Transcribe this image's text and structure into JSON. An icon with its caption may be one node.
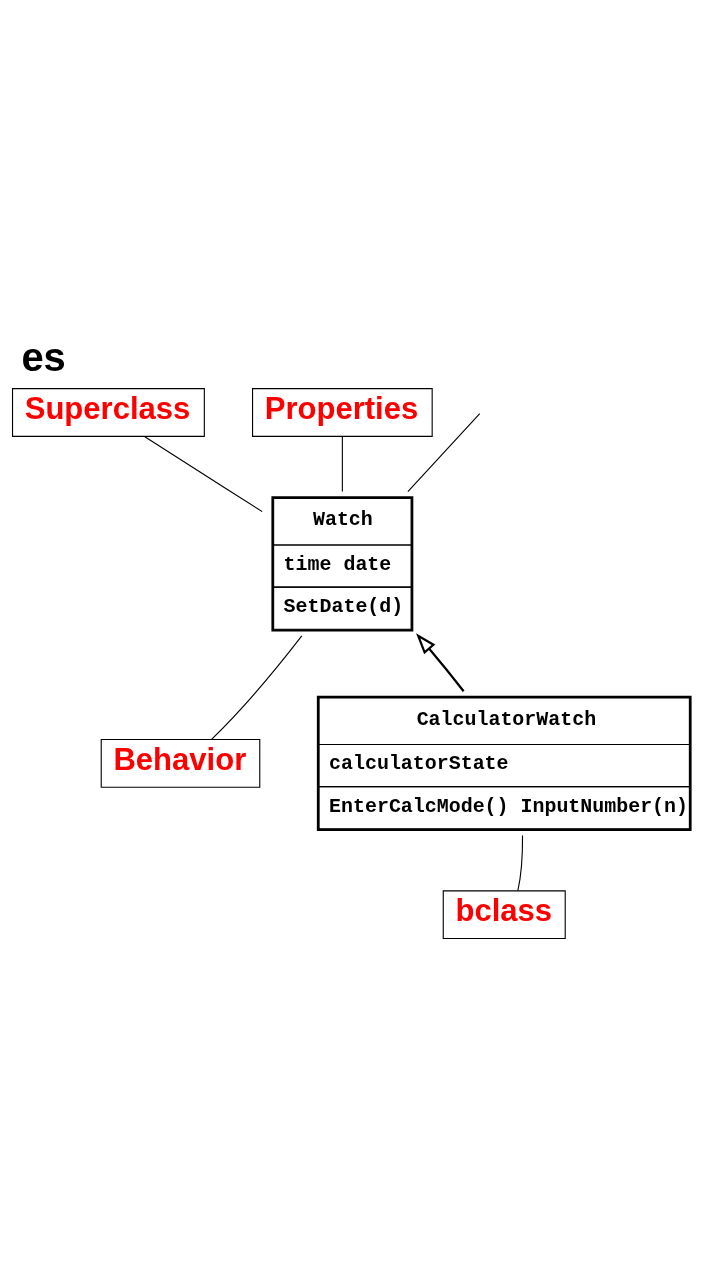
{
  "diagram": {
    "title": "es",
    "nodes": [
      {
        "text": [
          "Superclass"
        ]
      },
      {
        "text": [
          "Properties"
        ]
      },
      {
        "text": [
          "Watch",
          "time date",
          "SetDate(d)"
        ]
      },
      {
        "text": [
          "Behavior"
        ]
      },
      {
        "text": [
          "CalculatorWatch",
          "calculatorState",
          "EnterCalcMode() InputNumber(n)"
        ]
      },
      {
        "text": [
          "bclass"
        ]
      }
    ],
    "edges": [
      {
        "from": 0,
        "to": 2,
        "arrow": "none"
      },
      {
        "from": 1,
        "to": 2,
        "arrow": "none"
      },
      {
        "from": 3,
        "to": 2,
        "arrow": "none"
      },
      {
        "from": 4,
        "to": 2,
        "arrow": "to"
      },
      {
        "from": null,
        "to": 2,
        "arrow": "none"
      },
      {
        "from": 5,
        "to": 4,
        "arrow": "none"
      }
    ]
  }
}
